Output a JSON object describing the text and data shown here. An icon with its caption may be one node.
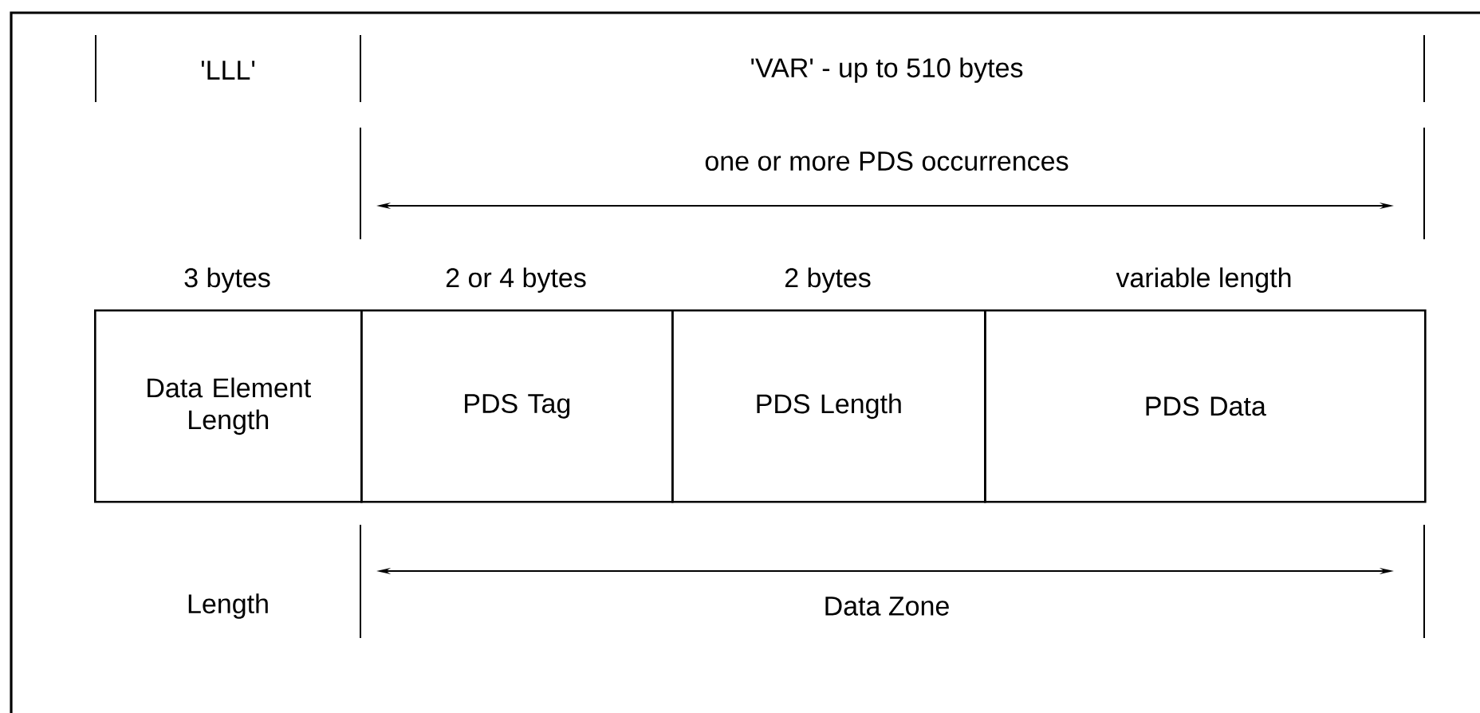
{
  "diagram": {
    "nodes": [
      {
        "text": [
          "Data Element Length"
        ],
        "beside": [
          "3 bytes"
        ]
      },
      {
        "text": [
          "PDS Tag"
        ],
        "beside": [
          "2 or 4 bytes"
        ]
      },
      {
        "text": [
          "PDS Length"
        ],
        "beside": [
          "2 bytes"
        ]
      },
      {
        "text": [
          "PDS Data"
        ],
        "beside": [
          "variable length"
        ]
      }
    ],
    "labels": [
      "'LLL'",
      "'VAR' - up to 510 bytes",
      "one or more PDS occurrences",
      "Length",
      "Data Zone"
    ]
  }
}
